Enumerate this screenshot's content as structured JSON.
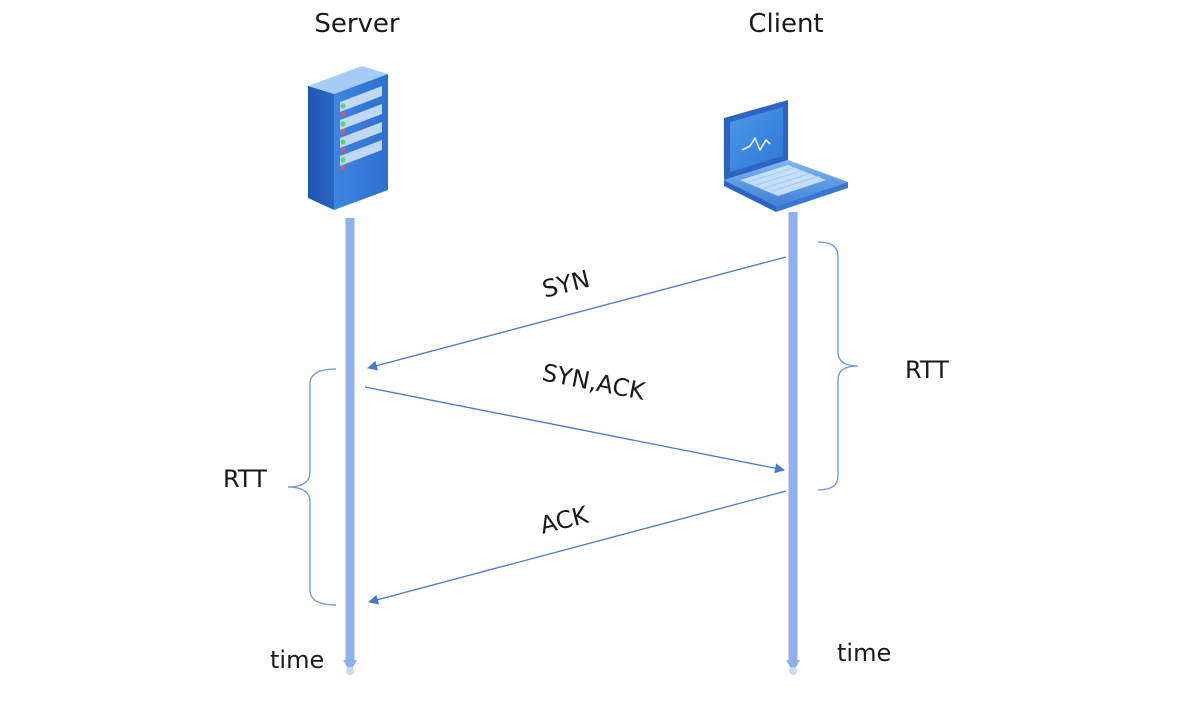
{
  "participants": {
    "server": {
      "label": "Server",
      "icon": "server-icon"
    },
    "client": {
      "label": "Client",
      "icon": "laptop-icon"
    }
  },
  "messages": [
    {
      "label": "SYN",
      "from": "client",
      "to": "server"
    },
    {
      "label": "SYN,ACK",
      "from": "server",
      "to": "client"
    },
    {
      "label": "ACK",
      "from": "client",
      "to": "server"
    }
  ],
  "brackets": {
    "client_rtt": "RTT",
    "server_rtt": "RTT"
  },
  "timelines": {
    "server_time": "time",
    "client_time": "time"
  },
  "colors": {
    "timeline": "#8fb0e8",
    "arrow": "#4a78c9",
    "bracket": "#6f96d8"
  }
}
